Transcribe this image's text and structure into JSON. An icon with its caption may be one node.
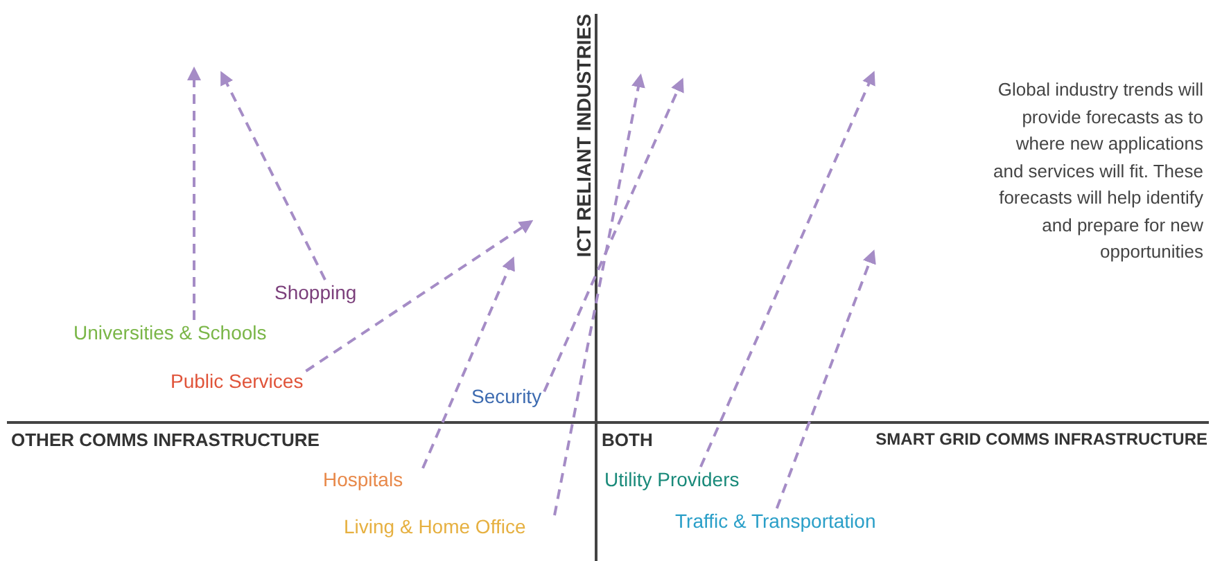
{
  "diagram": {
    "nodes": [
      {
        "text": [
          "Shopping"
        ]
      },
      {
        "text": [
          "Universities & Schools"
        ]
      },
      {
        "text": [
          "Public Services"
        ]
      },
      {
        "text": [
          "Security"
        ]
      },
      {
        "text": [
          "Hospitals"
        ]
      },
      {
        "text": [
          "Utility Providers"
        ]
      },
      {
        "text": [
          "Living & Home Office"
        ]
      },
      {
        "text": [
          "Traffic & Transportation"
        ]
      }
    ],
    "edges": [
      {
        "from": 0,
        "to": null,
        "arrow": "to",
        "style": "dashed"
      },
      {
        "from": 1,
        "to": null,
        "arrow": "to",
        "style": "dashed"
      },
      {
        "from": 2,
        "to": null,
        "arrow": "to",
        "style": "dashed"
      },
      {
        "from": 3,
        "to": null,
        "arrow": "to",
        "style": "dashed"
      },
      {
        "from": 4,
        "to": null,
        "arrow": "to",
        "style": "dashed"
      },
      {
        "from": 5,
        "to": null,
        "arrow": "to",
        "style": "dashed"
      },
      {
        "from": 6,
        "to": null,
        "arrow": "to",
        "style": "dashed"
      },
      {
        "from": 7,
        "to": null,
        "arrow": "to",
        "style": "dashed"
      }
    ],
    "labels": [
      "ICT RELIANT INDUSTRIES",
      "Global industry trends will provide forecasts as to where new applications and services will fit. These forecasts will help identify and prepare for new opportunities",
      "OTHER COMMS INFRASTRUCTURE",
      "BOTH",
      "SMART GRID COMMS INFRASTRUCTURE"
    ]
  }
}
